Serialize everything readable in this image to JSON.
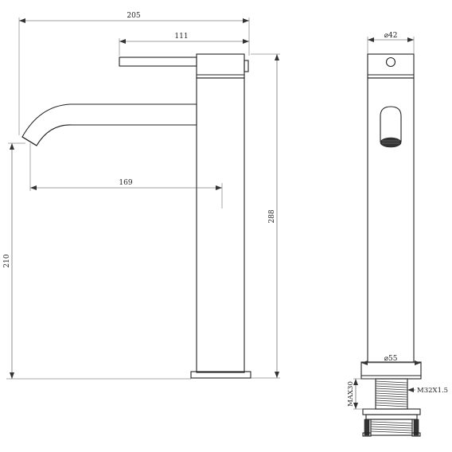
{
  "drawing": {
    "side_view": {
      "dim_overall_width": "205",
      "dim_handle_length": "111",
      "dim_spout_reach": "169",
      "dim_spout_height": "210",
      "dim_total_height": "288"
    },
    "front_view": {
      "dim_body_diameter": "⌀42",
      "dim_base_diameter": "⌀55",
      "dim_thread": "M32X1.5",
      "dim_max_thickness": "MAX30"
    },
    "colors": {
      "line": "#222222",
      "background": "#ffffff"
    }
  }
}
